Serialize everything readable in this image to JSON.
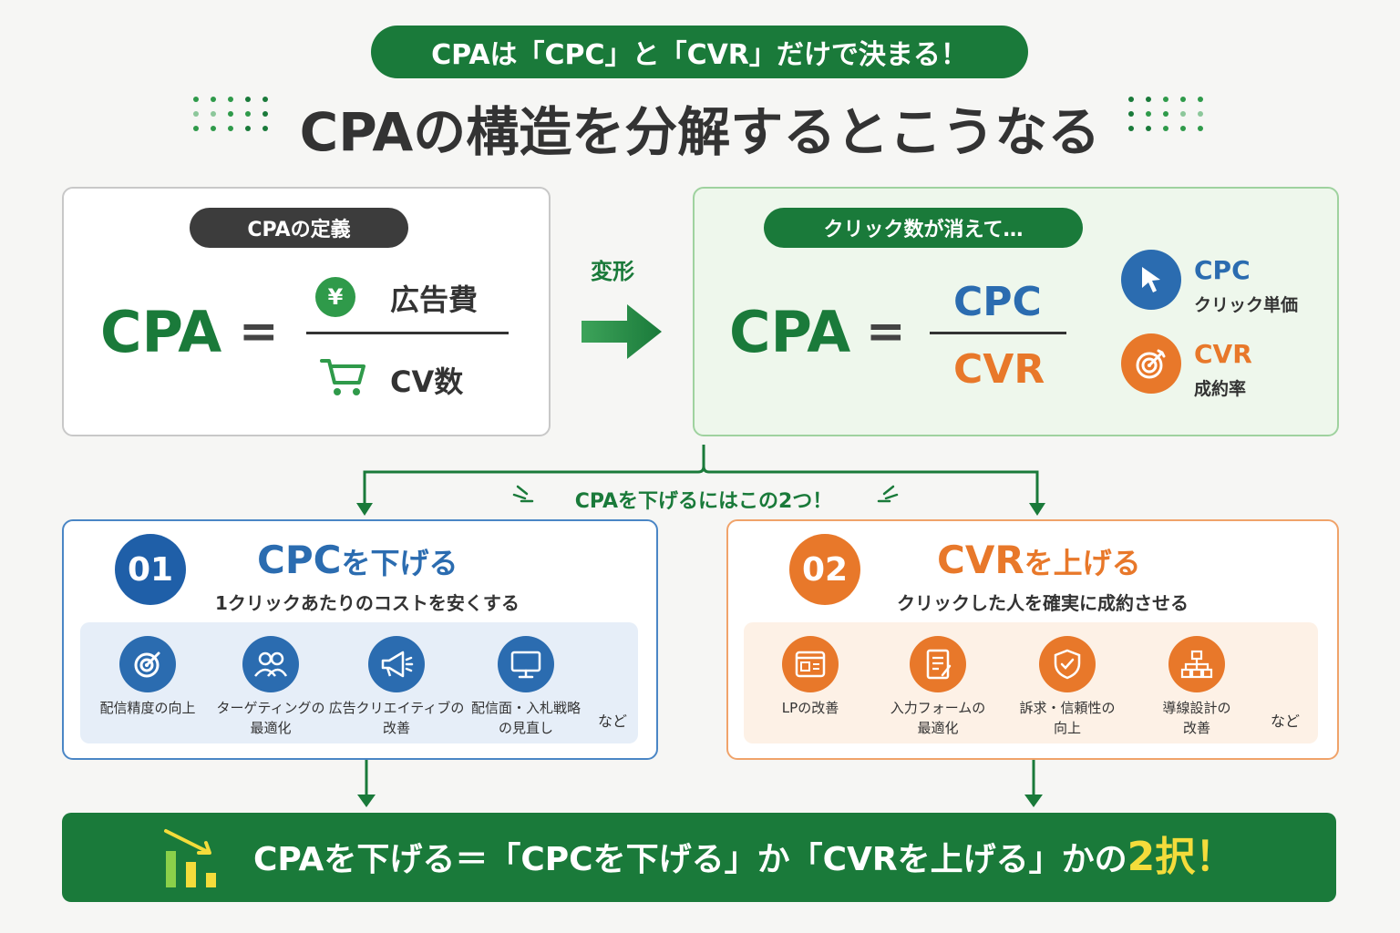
{
  "header": {
    "pill": "CPAは「CPC」と「CVR」だけで決まる！",
    "title": "CPAの構造を分解するとこうなる"
  },
  "definition": {
    "label": "CPAの定義",
    "lhs": "CPA",
    "eq": "=",
    "numerator": "広告費",
    "denominator": "CV数",
    "yen_symbol": "¥"
  },
  "transform": {
    "label": "変形"
  },
  "result": {
    "label": "クリック数が消えて…",
    "lhs": "CPA",
    "eq": "=",
    "numerator": "CPC",
    "denominator": "CVR",
    "legend": [
      {
        "code": "CPC",
        "desc": "クリック単価",
        "icon": "cursor-icon"
      },
      {
        "code": "CVR",
        "desc": "成約率",
        "icon": "target-icon"
      }
    ]
  },
  "split_label": "CPAを下げるにはこの2つ！",
  "option1": {
    "number": "01",
    "title_main": "CPC",
    "title_rest": "を下げる",
    "subtitle": "1クリックあたりのコストを安くする",
    "items": [
      {
        "label": "配信精度の向上",
        "icon": "target-icon"
      },
      {
        "label": "ターゲティングの\n最適化",
        "icon": "users-icon"
      },
      {
        "label": "広告クリエイティブの\n改善",
        "icon": "megaphone-icon"
      },
      {
        "label": "配信面・入札戦略\nの見直し",
        "icon": "monitor-icon"
      }
    ],
    "etc": "など"
  },
  "option2": {
    "number": "02",
    "title_main": "CVR",
    "title_rest": "を上げる",
    "subtitle": "クリックした人を確実に成約させる",
    "items": [
      {
        "label": "LPの改善",
        "icon": "landing-page-icon"
      },
      {
        "label": "入力フォームの\n最適化",
        "icon": "form-icon"
      },
      {
        "label": "訴求・信頼性の\n向上",
        "icon": "shield-icon"
      },
      {
        "label": "導線設計の\n改善",
        "icon": "sitemap-icon"
      }
    ],
    "etc": "など"
  },
  "conclusion": {
    "prefix": "CPAを下げる＝「CPCを下げる」か「CVRを上げる」かの",
    "highlight": "2択！"
  },
  "colors": {
    "green": "#1a7a3a",
    "blue": "#2b6cb0",
    "orange": "#e8782a",
    "yellow": "#f4dc3b"
  }
}
